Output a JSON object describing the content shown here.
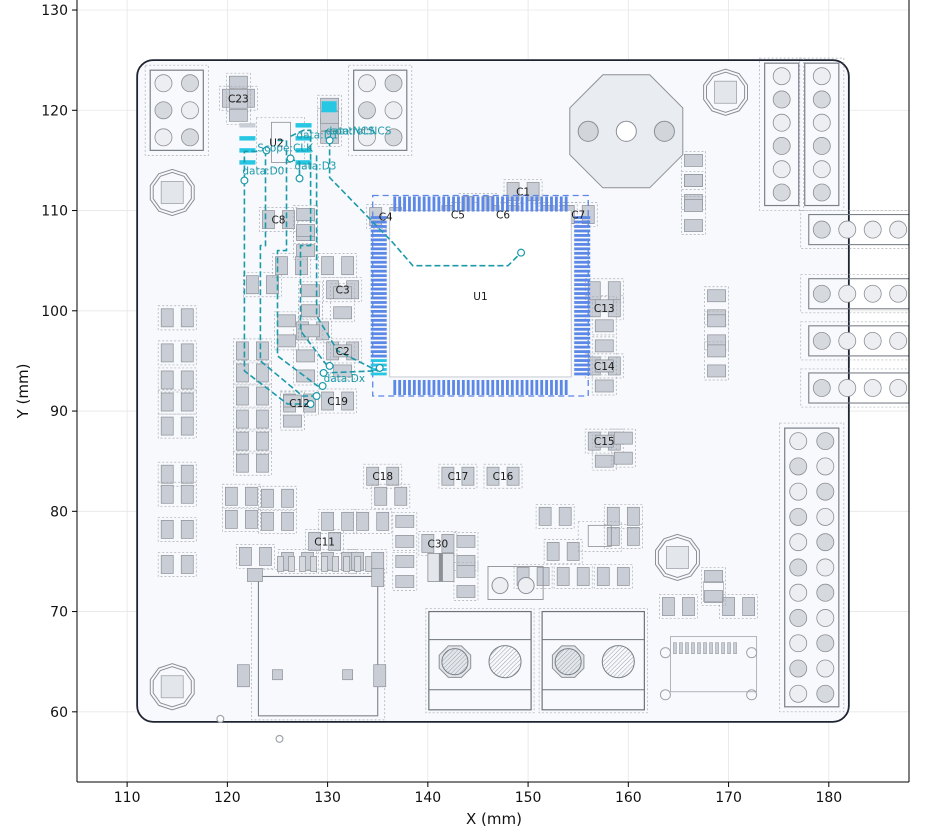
{
  "chart_data": {
    "type": "pcb-layout",
    "xlabel": "X (mm)",
    "ylabel": "Y (mm)",
    "xlim": [
      105,
      188
    ],
    "ylim": [
      53,
      131
    ],
    "x_ticks": [
      110,
      120,
      130,
      140,
      150,
      160,
      170,
      180
    ],
    "y_ticks": [
      60,
      70,
      80,
      90,
      100,
      110,
      120,
      130
    ],
    "x_tick_labels": [
      "110",
      "120",
      "130",
      "140",
      "150",
      "160",
      "170",
      "180"
    ],
    "y_tick_labels": [
      "60",
      "70",
      "80",
      "90",
      "100",
      "110",
      "120",
      "130"
    ],
    "grid": true,
    "colors": {
      "board_outline": "#1f2433",
      "board_fill": "#f7f9fc",
      "pad": "#5b87e6",
      "trace": "#1b9aaa",
      "silk": "#8c8f96",
      "highlight_pad": "#25c7e3"
    },
    "board": {
      "x1": 111,
      "y1": 59,
      "x2": 182,
      "y2": 125,
      "corner_r": 1.6
    },
    "ic": {
      "ref": "U1",
      "x1": 134.5,
      "y1": 91.5,
      "x2": 156,
      "y2": 111.5
    },
    "components": [
      {
        "ref": "C23",
        "x": 121.1,
        "y": 121.2
      },
      {
        "ref": "U2",
        "x": 124.9,
        "y": 116.8
      },
      {
        "ref": "C8",
        "x": 125.1,
        "y": 109.1
      },
      {
        "ref": "C3",
        "x": 131.5,
        "y": 102.1
      },
      {
        "ref": "C2",
        "x": 131.5,
        "y": 96.0
      },
      {
        "ref": "C12",
        "x": 127.2,
        "y": 90.8
      },
      {
        "ref": "C19",
        "x": 131.0,
        "y": 91.0
      },
      {
        "ref": "C4",
        "x": 135.8,
        "y": 109.4
      },
      {
        "ref": "C5",
        "x": 143.0,
        "y": 109.6
      },
      {
        "ref": "C6",
        "x": 147.5,
        "y": 109.6
      },
      {
        "ref": "C1",
        "x": 149.5,
        "y": 111.9
      },
      {
        "ref": "C7",
        "x": 155.0,
        "y": 109.6
      },
      {
        "ref": "C13",
        "x": 157.6,
        "y": 100.3
      },
      {
        "ref": "C14",
        "x": 157.6,
        "y": 94.5
      },
      {
        "ref": "C15",
        "x": 157.6,
        "y": 87.0
      },
      {
        "ref": "C18",
        "x": 135.5,
        "y": 83.5
      },
      {
        "ref": "C17",
        "x": 143.0,
        "y": 83.5
      },
      {
        "ref": "C16",
        "x": 147.5,
        "y": 83.5
      },
      {
        "ref": "C11",
        "x": 129.7,
        "y": 77.0
      },
      {
        "ref": "C30",
        "x": 141.0,
        "y": 76.8
      }
    ],
    "net_labels": [
      {
        "text": "data:NCS",
        "x": 129.8,
        "y": 118.0
      },
      {
        "text": "control:NCS",
        "x": 130.2,
        "y": 118.0
      },
      {
        "text": "data:D1",
        "x": 126.9,
        "y": 117.6
      },
      {
        "text": "Scope:CLK",
        "x": 123.0,
        "y": 116.3
      },
      {
        "text": "data:D3",
        "x": 126.7,
        "y": 114.5
      },
      {
        "text": "data:D0",
        "x": 121.5,
        "y": 114.0
      },
      {
        "text": "data:Dx",
        "x": 129.6,
        "y": 93.3
      }
    ],
    "traces": [
      [
        [
          121.7,
          113.0
        ],
        [
          121.7,
          115.9
        ],
        [
          123.2,
          115.9
        ]
      ],
      [
        [
          121.7,
          113.0
        ],
        [
          121.7,
          94.0
        ],
        [
          126.0,
          90.7
        ],
        [
          128.3,
          90.7
        ]
      ],
      [
        [
          123.8,
          116.0
        ],
        [
          123.8,
          106.5
        ],
        [
          123.3,
          106.5
        ],
        [
          123.3,
          95.0
        ],
        [
          127.5,
          91.5
        ],
        [
          128.9,
          91.5
        ]
      ],
      [
        [
          125.0,
          117.0
        ],
        [
          125.9,
          117.0
        ],
        [
          125.9,
          106.0
        ],
        [
          125.0,
          106.0
        ],
        [
          125.0,
          95.5
        ],
        [
          129.0,
          92.5
        ],
        [
          129.5,
          92.5
        ]
      ],
      [
        [
          126.3,
          117.4
        ],
        [
          127.6,
          118.0
        ],
        [
          128.3,
          118.0
        ],
        [
          128.3,
          106.5
        ],
        [
          127.3,
          106.5
        ],
        [
          127.3,
          98.0
        ],
        [
          130.2,
          94.2
        ]
      ],
      [
        [
          126.2,
          115.2
        ],
        [
          127.2,
          114.8
        ],
        [
          127.2,
          113.2
        ]
      ],
      [
        [
          130.2,
          117.0
        ],
        [
          130.2,
          113.3
        ],
        [
          136.5,
          106.8
        ],
        [
          138.5,
          104.5
        ],
        [
          148.0,
          104.5
        ],
        [
          149.3,
          105.8
        ]
      ],
      [
        [
          128.9,
          115.5
        ],
        [
          128.9,
          99.5
        ],
        [
          131.0,
          96.0
        ],
        [
          135.0,
          94.0
        ],
        [
          135.0,
          94.3
        ]
      ],
      [
        [
          129.5,
          93.8
        ],
        [
          134.7,
          94.0
        ],
        [
          135.2,
          94.3
        ]
      ]
    ],
    "vias": [
      [
        121.7,
        113.0
      ],
      [
        123.9,
        116.0
      ],
      [
        126.3,
        115.2
      ],
      [
        127.2,
        113.2
      ],
      [
        130.2,
        117.0
      ],
      [
        149.3,
        105.8
      ],
      [
        135.2,
        94.3
      ],
      [
        128.3,
        90.7
      ],
      [
        128.9,
        91.5
      ],
      [
        129.5,
        92.5
      ],
      [
        129.6,
        93.8
      ],
      [
        130.2,
        94.5
      ],
      [
        119.3,
        59.3
      ],
      [
        125.2,
        57.3
      ]
    ],
    "mounting_holes": [
      {
        "x": 114.5,
        "y": 111.8,
        "r": 2.3
      },
      {
        "x": 114.5,
        "y": 62.5,
        "r": 2.3
      },
      {
        "x": 159.8,
        "y": 117.9,
        "r": 6.1
      },
      {
        "x": 169.7,
        "y": 121.8,
        "r": 2.3
      },
      {
        "x": 164.9,
        "y": 75.4,
        "r": 2.3
      }
    ],
    "connectors": [
      {
        "x1": 112.3,
        "y1": 116.0,
        "x2": 117.6,
        "y2": 124.0,
        "cols": 2,
        "rows": 3,
        "pitch": 2.54
      },
      {
        "x1": 132.6,
        "y1": 116.0,
        "x2": 137.9,
        "y2": 124.0,
        "cols": 2,
        "rows": 3,
        "pitch": 2.54
      },
      {
        "x1": 173.6,
        "y1": 110.5,
        "x2": 177.0,
        "y2": 124.7,
        "cols": 1,
        "rows": 6,
        "pitch": 2.54
      },
      {
        "x1": 177.6,
        "y1": 110.5,
        "x2": 181.0,
        "y2": 124.7,
        "cols": 1,
        "rows": 6,
        "pitch": 2.54
      },
      {
        "x1": 175.6,
        "y1": 60.5,
        "x2": 181.0,
        "y2": 88.3,
        "cols": 2,
        "rows": 11,
        "pitch": 2.54
      }
    ],
    "side_headers": [
      {
        "x1": 178.0,
        "y1": 106.6,
        "y2": 109.6
      },
      {
        "x1": 178.0,
        "y1": 100.2,
        "y2": 103.2
      },
      {
        "x1": 178.0,
        "y1": 95.5,
        "y2": 98.5
      },
      {
        "x1": 178.0,
        "y1": 90.8,
        "y2": 93.8
      }
    ],
    "terminals": [
      {
        "x1": 140.1,
        "y1": 60.2,
        "x2": 150.3,
        "y2": 70.0
      },
      {
        "x1": 151.4,
        "y1": 60.2,
        "x2": 161.6,
        "y2": 70.0
      }
    ],
    "sd_slot": {
      "x1": 122.8,
      "y1": 59.6,
      "x2": 135.3,
      "y2": 73.8
    }
  }
}
